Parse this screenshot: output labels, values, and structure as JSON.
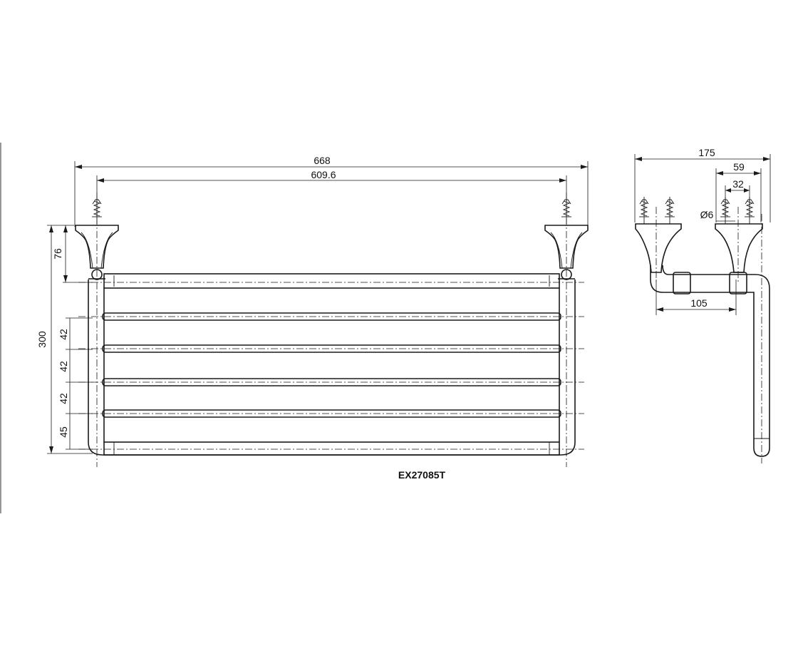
{
  "front_view": {
    "dim_overall_width": "668",
    "dim_fixing_centres": "609.6",
    "dim_bracket_height": "76",
    "dim_total_height": "300",
    "dim_bar_spacing_1": "42",
    "dim_bar_spacing_2": "42",
    "dim_bar_spacing_3": "42",
    "dim_bottom_spacing": "45"
  },
  "side_view": {
    "dim_depth": "175",
    "dim_bracket_offset": "59",
    "dim_screw_spacing": "32",
    "dim_screw_diameter": "Ø6",
    "dim_rail_offset": "105"
  },
  "model_code": "EX27085T"
}
